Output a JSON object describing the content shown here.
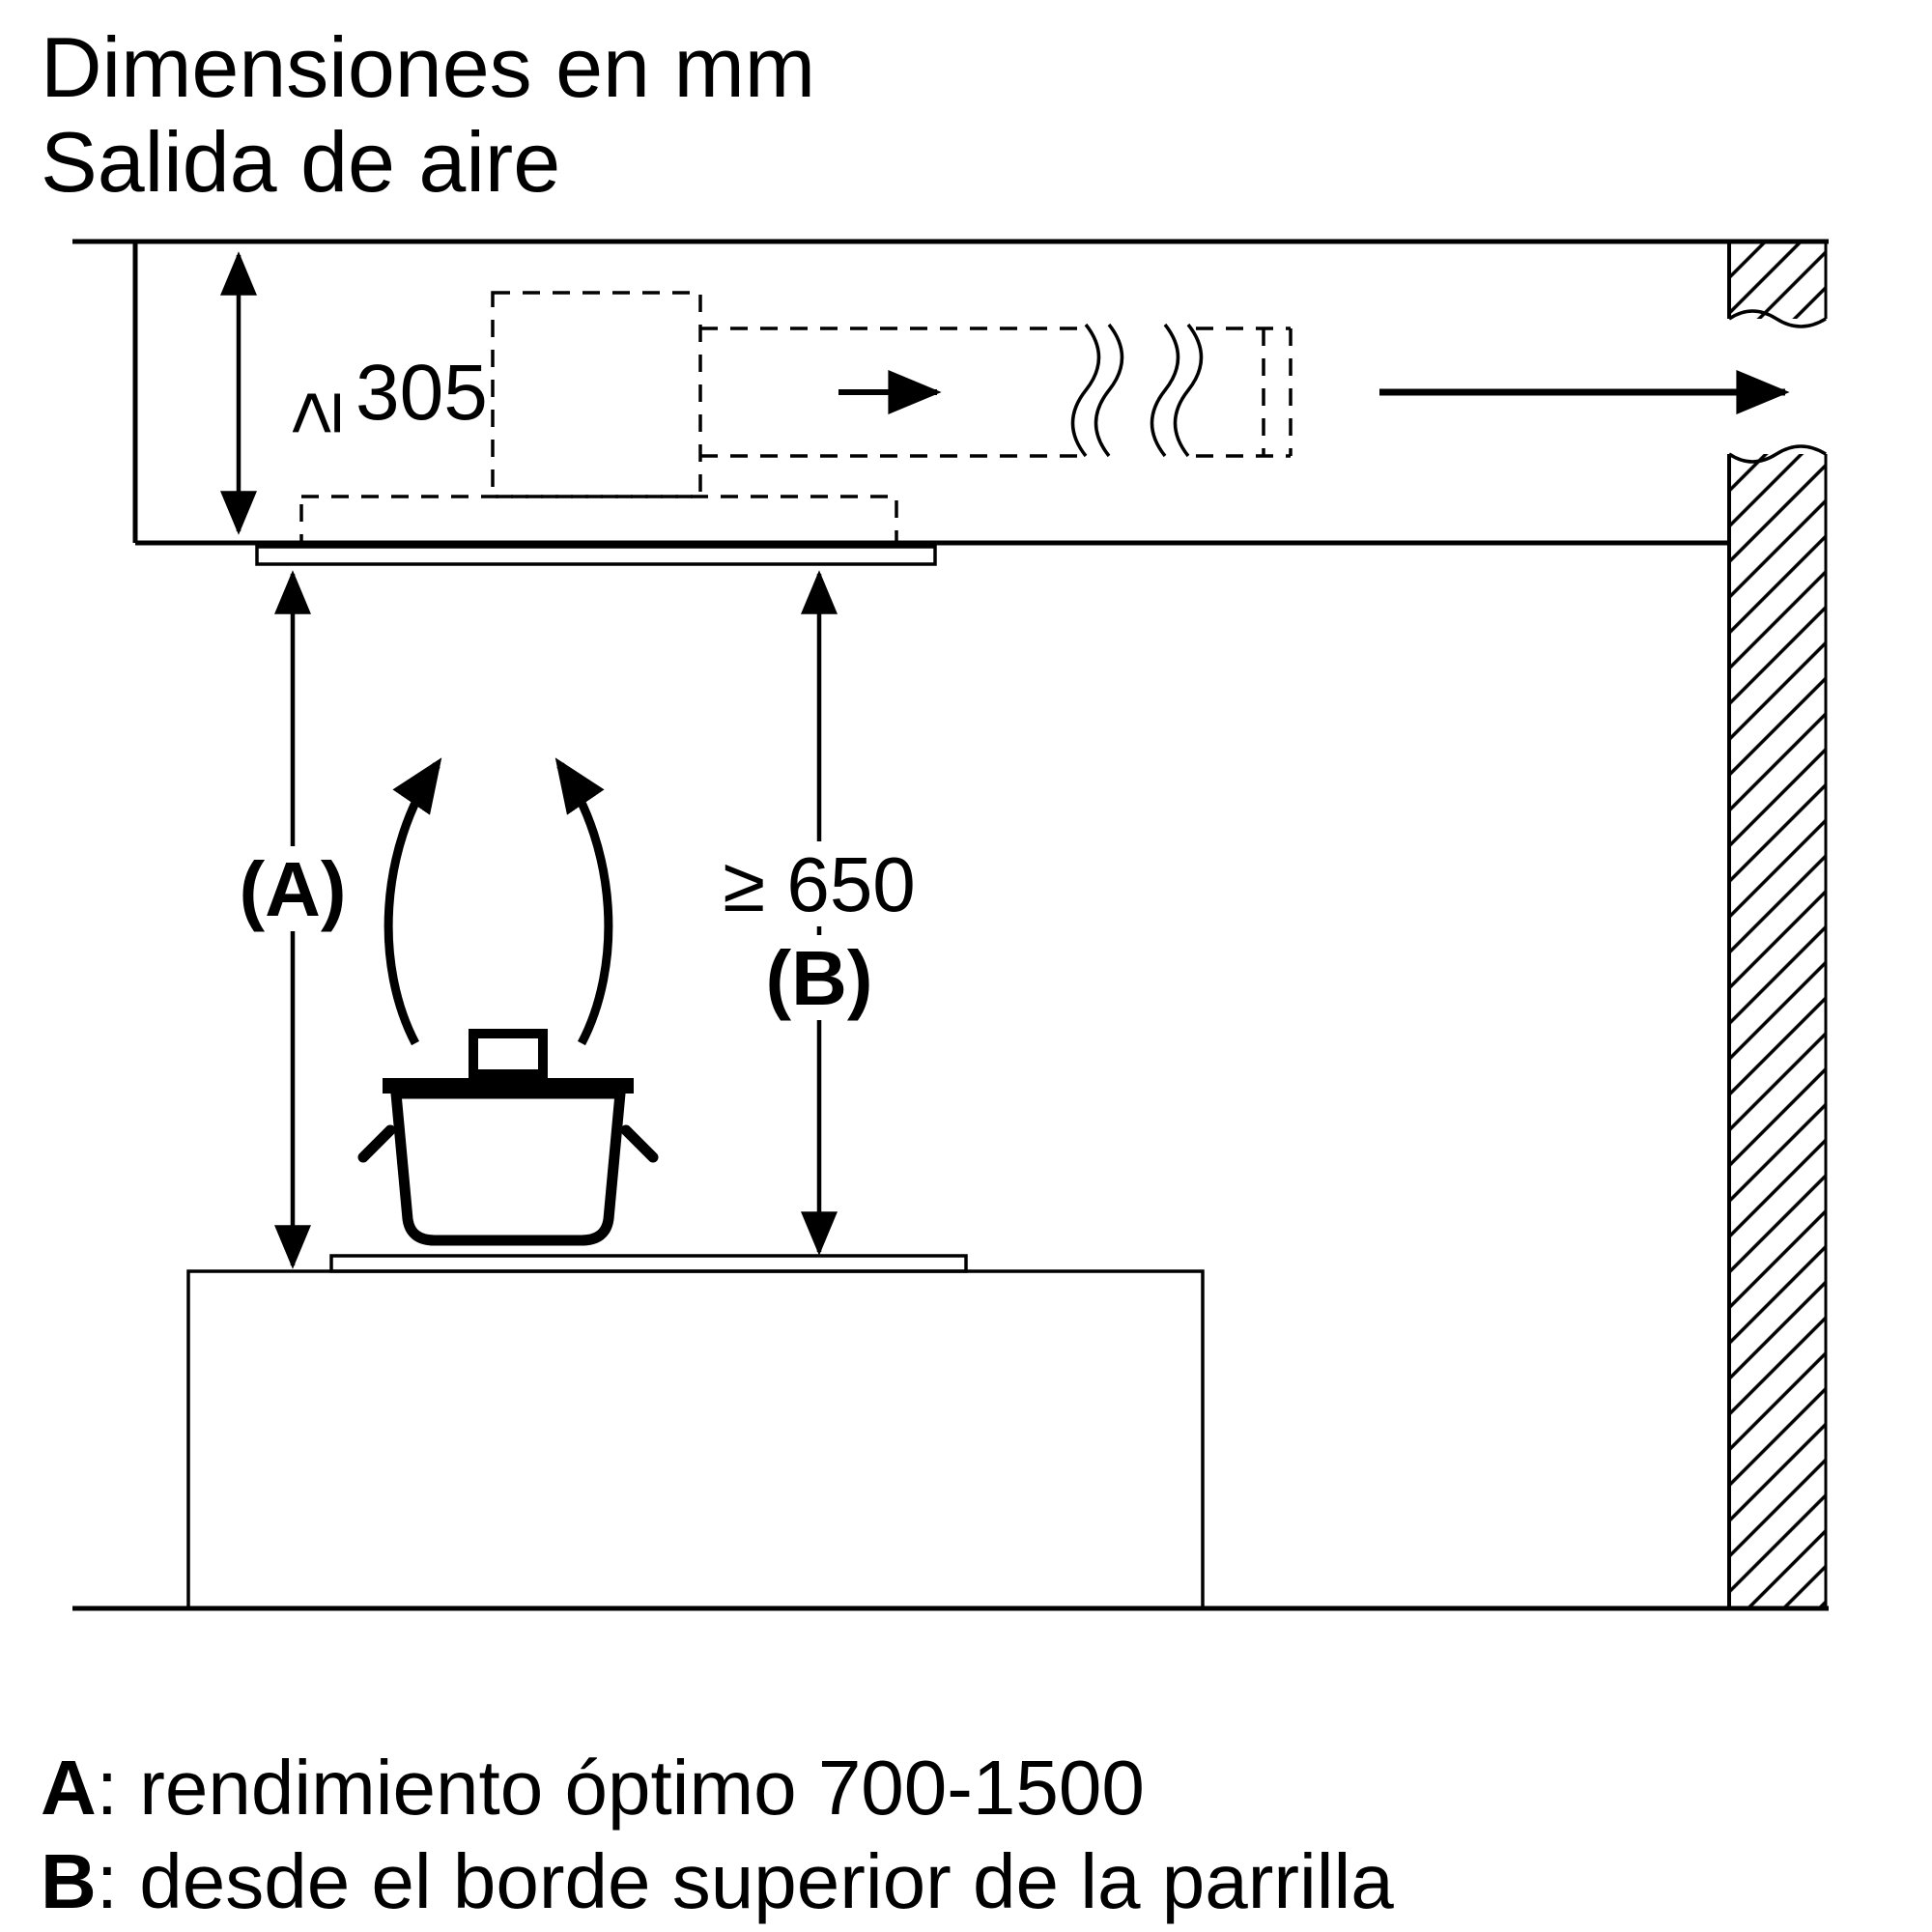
{
  "title": {
    "line1": "Dimensiones en mm",
    "line2": "Salida de aire"
  },
  "dimensions": {
    "duct_clearance": {
      "symbol": "≥",
      "value": "305"
    },
    "optimal": {
      "label": "(A)"
    },
    "grill": {
      "min_text": "≥ 650",
      "label": "(B)"
    }
  },
  "legend": {
    "a": {
      "key": "A",
      "text": ": rendimiento óptimo 700-1500"
    },
    "b": {
      "key": "B",
      "text": ": desde el borde superior de la parrilla"
    }
  },
  "colors": {
    "line": "#000000",
    "background": "#ffffff"
  }
}
